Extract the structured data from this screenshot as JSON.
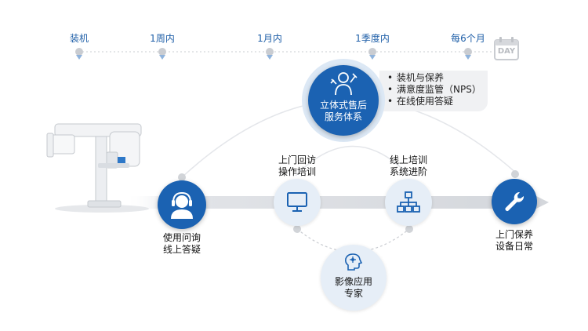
{
  "timeline": {
    "labels": [
      "装机",
      "1周内",
      "1月内",
      "1季度内",
      "每6个月"
    ],
    "calendar_label": "DAY"
  },
  "hub": {
    "line1": "立体式售后",
    "line2": "服务体系",
    "bullets": [
      "装机与保养",
      "满意度监管（NPS）",
      "在线使用答疑"
    ]
  },
  "nodes": {
    "remote": {
      "line1": "使用问询",
      "line2": "线上答疑"
    },
    "onsite": {
      "line1": "上门回访",
      "line2": "操作培训"
    },
    "online": {
      "line1": "线上培训",
      "line2": "系统进阶"
    },
    "maintenance": {
      "line1": "上门保养",
      "line2": "设备日常"
    },
    "expert": {
      "line1": "影像应用",
      "line2": "专家"
    }
  },
  "colors": {
    "primary": "#1b62b2",
    "light": "#e6eef7",
    "track": "#d9dce1"
  }
}
